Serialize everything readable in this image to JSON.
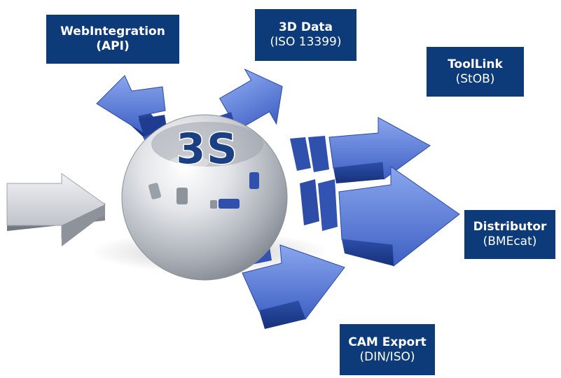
{
  "hub": {
    "label": "3S"
  },
  "nodes": [
    {
      "id": "web",
      "title": "WebIntegration",
      "subtitle": "(API)"
    },
    {
      "id": "data3d",
      "title": "3D Data",
      "subtitle": "(ISO 13399)"
    },
    {
      "id": "toollink",
      "title": "ToolLink",
      "subtitle": "(StOB)"
    },
    {
      "id": "distributor",
      "title": "Distributor",
      "subtitle": "(BMEcat)"
    },
    {
      "id": "cam",
      "title": "CAM Export",
      "subtitle": "(DIN/ISO)"
    }
  ],
  "colors": {
    "box": "#0d3a78",
    "arrow_light": "#6f8fe0",
    "arrow_mid": "#3c5dc0",
    "arrow_dark": "#213f92",
    "input_arrow": "#c9ccd4",
    "sphere": "#bfc3c9"
  },
  "edges": [
    {
      "from": "input",
      "to": "hub"
    },
    {
      "from": "hub",
      "to": "web"
    },
    {
      "from": "hub",
      "to": "data3d"
    },
    {
      "from": "hub",
      "to": "toollink"
    },
    {
      "from": "hub",
      "to": "distributor"
    },
    {
      "from": "hub",
      "to": "cam"
    }
  ]
}
